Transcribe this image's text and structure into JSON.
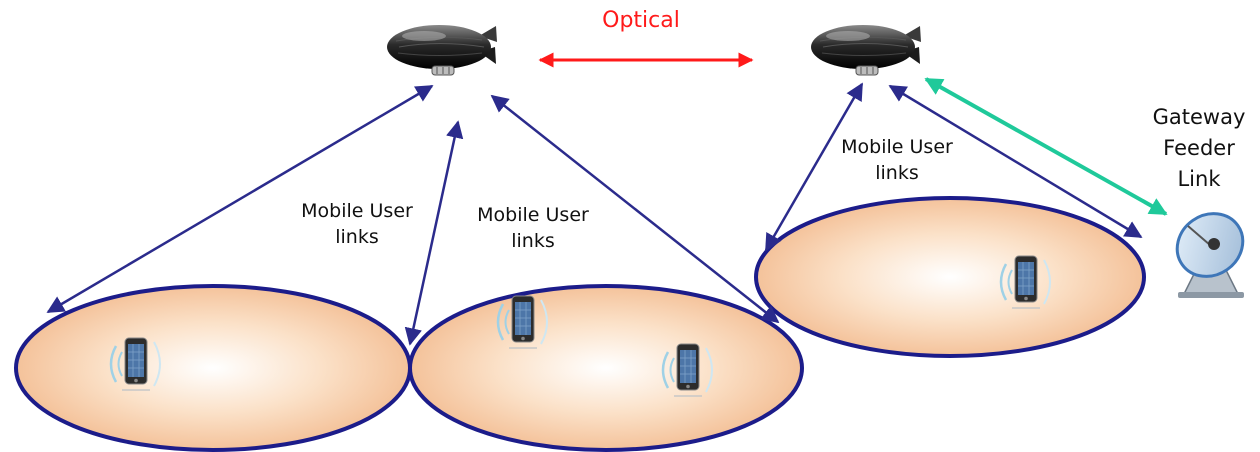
{
  "labels": {
    "optical": "Optical",
    "mobile_user_links": [
      {
        "line1": "Mobile User",
        "line2": "links"
      },
      {
        "line1": "Mobile User",
        "line2": "links"
      },
      {
        "line1": "Mobile User",
        "line2": "links"
      }
    ],
    "gateway": {
      "line1": "Gateway",
      "line2": "Feeder",
      "line3": "Link"
    }
  },
  "colors": {
    "user_link": "#2b2b8c",
    "optical_link": "#ff1a1a",
    "feeder_link": "#1fc99a",
    "cell_border": "#1c1c8a",
    "cell_fill_center": "#ffffff",
    "cell_fill_edge": "#f6c9a3"
  },
  "icons": {
    "platform": "airship-icon",
    "terminal": "mobile-phone-icon",
    "gateway": "satellite-dish-icon"
  }
}
